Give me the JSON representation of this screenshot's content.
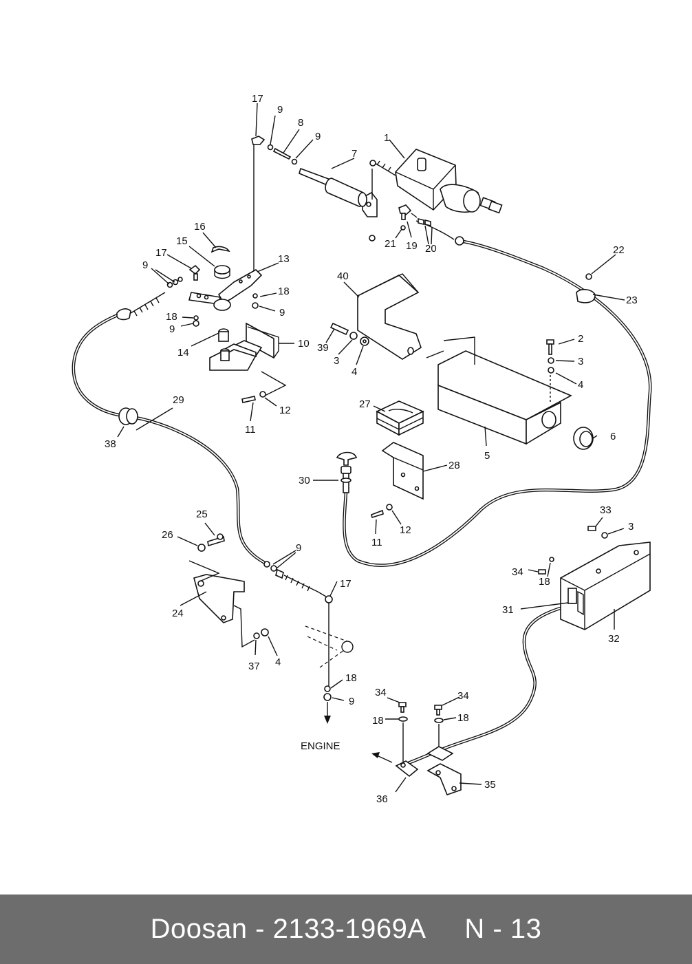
{
  "diagram": {
    "engine_label": "ENGINE",
    "callouts": {
      "c1": "1",
      "c2": "2",
      "c3a": "3",
      "c3b": "3",
      "c3c": "3",
      "c4a": "4",
      "c4b": "4",
      "c4c": "4",
      "c5": "5",
      "c6": "6",
      "c7": "7",
      "c8": "8",
      "c9a": "9",
      "c9b": "9",
      "c9c": "9",
      "c9d": "9",
      "c9e": "9",
      "c9f": "9",
      "c9g": "9",
      "c10": "10",
      "c11a": "11",
      "c11b": "11",
      "c12a": "12",
      "c12b": "12",
      "c13": "13",
      "c14": "14",
      "c15": "15",
      "c16": "16",
      "c17a": "17",
      "c17b": "17",
      "c17c": "17",
      "c18a": "18",
      "c18b": "18",
      "c18c": "18",
      "c18d": "18",
      "c18e": "18",
      "c18f": "18",
      "c19": "19",
      "c20": "20",
      "c21": "21",
      "c22": "22",
      "c23": "23",
      "c24": "24",
      "c25": "25",
      "c26": "26",
      "c27": "27",
      "c28": "28",
      "c29": "29",
      "c30": "30",
      "c31": "31",
      "c32": "32",
      "c33": "33",
      "c34a": "34",
      "c34b": "34",
      "c34c": "34",
      "c35": "35",
      "c36": "36",
      "c37": "37",
      "c38": "38",
      "c39": "39",
      "c40": "40"
    }
  },
  "footer": {
    "text": "Doosan - 2133-1969A     N - 13"
  }
}
